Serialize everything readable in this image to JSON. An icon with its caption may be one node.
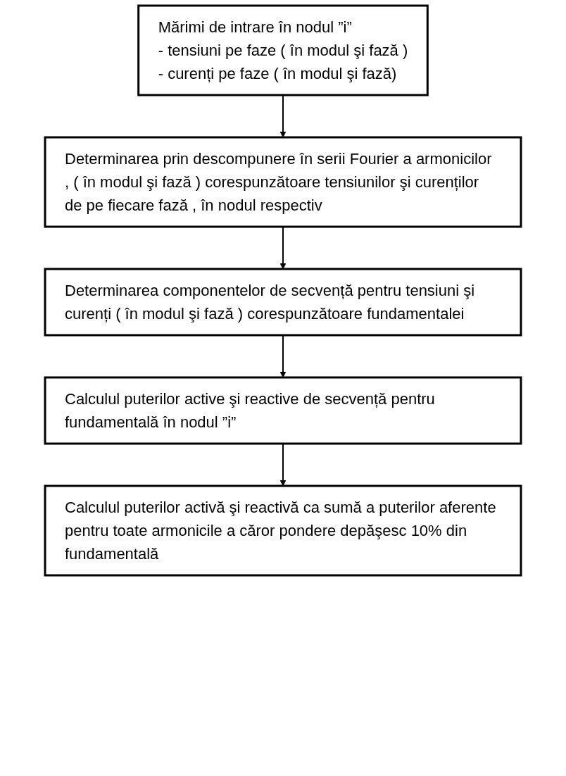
{
  "diagram": {
    "nodes": [
      {
        "text": [
          "Mărimi de intrare în nodul ”i”",
          "- tensiuni pe faze ( în modul şi fază )",
          "- curenți pe faze ( în modul şi fază)"
        ]
      },
      {
        "text": [
          "Determinarea prin descompunere în serii Fourier a armonicilor , ( în modul şi fază ) corespunzătoare tensiunilor şi curenților de pe fiecare fază , în nodul respectiv"
        ]
      },
      {
        "text": [
          "Determinarea componentelor de secvență pentru tensiuni şi curenți ( în modul şi fază ) corespunzătoare fundamentalei"
        ]
      },
      {
        "text": [
          "Calculul puterilor active şi reactive de secvență pentru fundamentală în nodul ”i”"
        ]
      },
      {
        "text": [
          "Calculul puterilor activă şi reactivă ca sumă a puterilor aferente pentru toate armonicile a căror pondere depăşesc 10% din fundamentală"
        ]
      }
    ],
    "edges": [
      {
        "from": 0,
        "to": 1,
        "arrow": "to"
      },
      {
        "from": 1,
        "to": 2,
        "arrow": "to"
      },
      {
        "from": 2,
        "to": 3,
        "arrow": "to"
      },
      {
        "from": 3,
        "to": 4,
        "arrow": "to"
      }
    ]
  }
}
